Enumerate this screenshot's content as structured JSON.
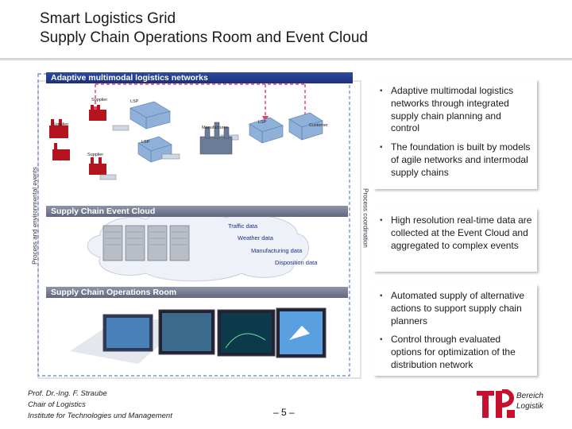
{
  "title": {
    "line1": "Smart Logistics Grid",
    "line2": "Supply Chain Operations Room and Event Cloud"
  },
  "diagram": {
    "band_networks": "Adaptive multimodal logistics networks",
    "band_cloud": "Supply Chain Event Cloud",
    "band_room": "Supply Chain Operations Room",
    "side_left": "Process and environmental events",
    "side_right": "Process coordination",
    "node_labels": {
      "supplier_top": "Supplier",
      "supplier_mid": "Supplier",
      "supplier_low": "Supplier",
      "lsp_1": "LSP",
      "lsp_2": "LSP",
      "lsp_3": "LSP",
      "manufacturer": "Manufacturer",
      "customer": "Customer"
    },
    "cloud_items": {
      "traffic": "Traffic data",
      "weather": "Weather data",
      "manufacturing": "Manufacturing data",
      "disposition": "Disposition data"
    }
  },
  "bullets": [
    "Adaptive multimodal logistics networks through integrated supply chain planning and control",
    "The foundation is built by models of agile networks and intermodal supply chains",
    "High resolution real-time data are collected at the Event Cloud and aggregated to complex events",
    "Automated supply of alternative actions to support supply chain planners",
    "Control through evaluated options for optimization of the distribution network"
  ],
  "footer": {
    "line1": "Prof. Dr.-Ing. F. Straube",
    "line2": "Chair of Logistics",
    "line3": "Institute for Technologies und Management",
    "page": "– 5 –",
    "logo_line1": "Bereich",
    "logo_line2": "Logistik"
  },
  "colors": {
    "band_blue": "#1b3179",
    "band_grey": "#60677e",
    "arrow_pink": "#e0407a",
    "cloud_text": "#1c2f86",
    "logo_red": "#c8102e"
  }
}
